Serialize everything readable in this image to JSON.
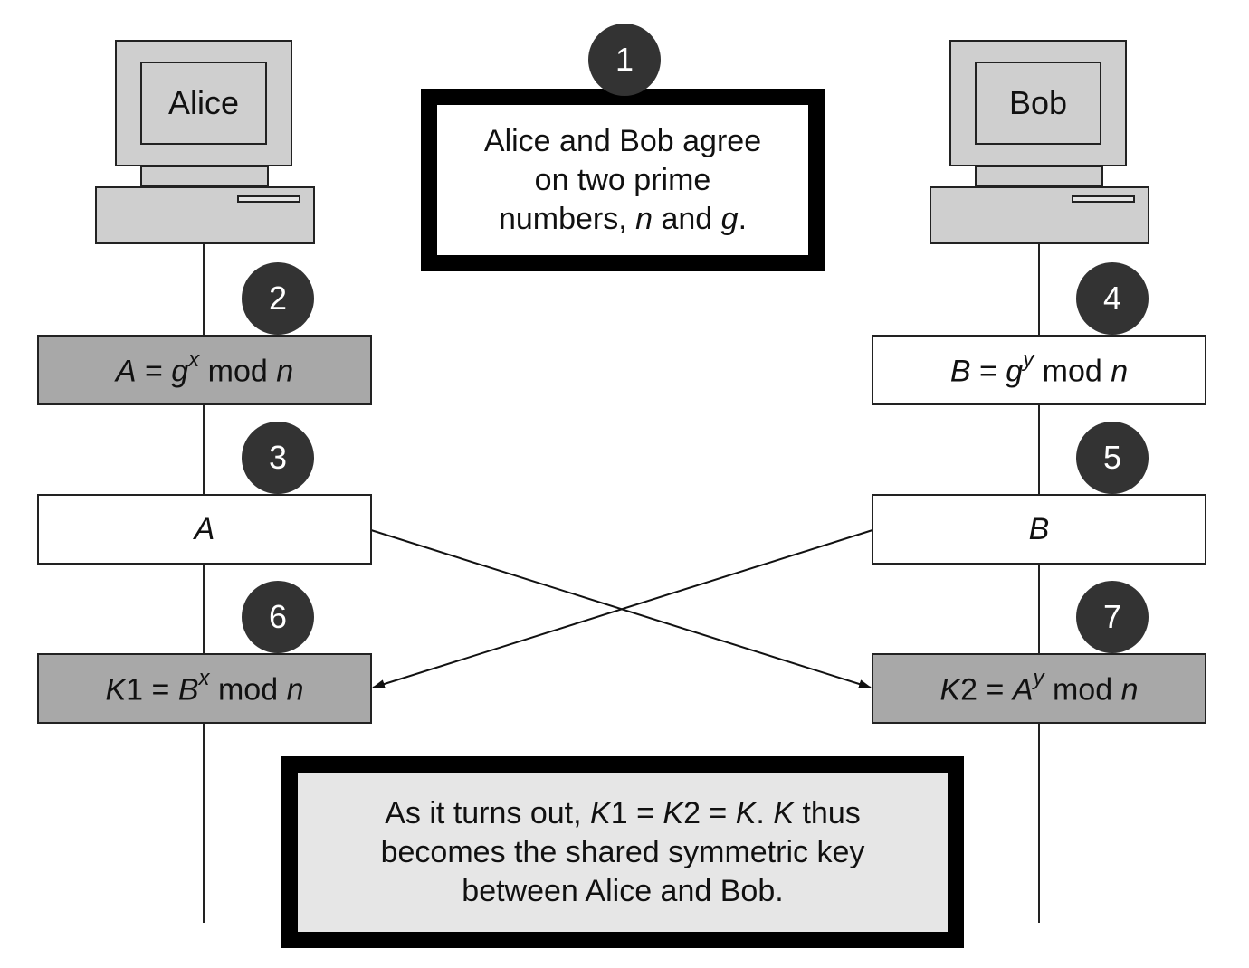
{
  "alice": {
    "label": "Alice"
  },
  "bob": {
    "label": "Bob"
  },
  "steps": [
    "1",
    "2",
    "3",
    "4",
    "5",
    "6",
    "7"
  ],
  "agree_box": {
    "line1": "Alice and Bob agree",
    "line2": "on two prime",
    "line3_pre": "numbers, ",
    "var_n": "n",
    "line3_mid": " and ",
    "var_g": "g",
    "line3_post": "."
  },
  "alice_public": {
    "lhs": "A",
    "eq": " = ",
    "base": "g",
    "exp": "x",
    "mod": " mod ",
    "n": "n"
  },
  "alice_send": {
    "text": "A"
  },
  "alice_key": {
    "lhs": "K",
    "idx": "1",
    "eq": " = ",
    "base": "B",
    "exp": "x",
    "mod": " mod ",
    "n": "n"
  },
  "bob_public": {
    "lhs": "B",
    "eq": " = ",
    "base": "g",
    "exp": "y",
    "mod": " mod ",
    "n": "n"
  },
  "bob_send": {
    "text": "B"
  },
  "bob_key": {
    "lhs": "K",
    "idx": "2",
    "eq": " = ",
    "base": "A",
    "exp": "y",
    "mod": " mod ",
    "n": "n"
  },
  "result_box": {
    "pre": "As it turns out, ",
    "k1": "K",
    "k1_idx": "1",
    "eq1": " = ",
    "k2": "K",
    "k2_idx": "2",
    "eq2": " = ",
    "k": "K",
    "dot": ". ",
    "k_again": "K",
    "thus": " thus",
    "line2": "becomes the shared symmetric key",
    "line3": "between Alice and Bob."
  },
  "colors": {
    "dark": "#333333",
    "gray_box": "#a8a8a8",
    "result_fill": "#e6e6e6",
    "computer": "#cfcfcf"
  }
}
